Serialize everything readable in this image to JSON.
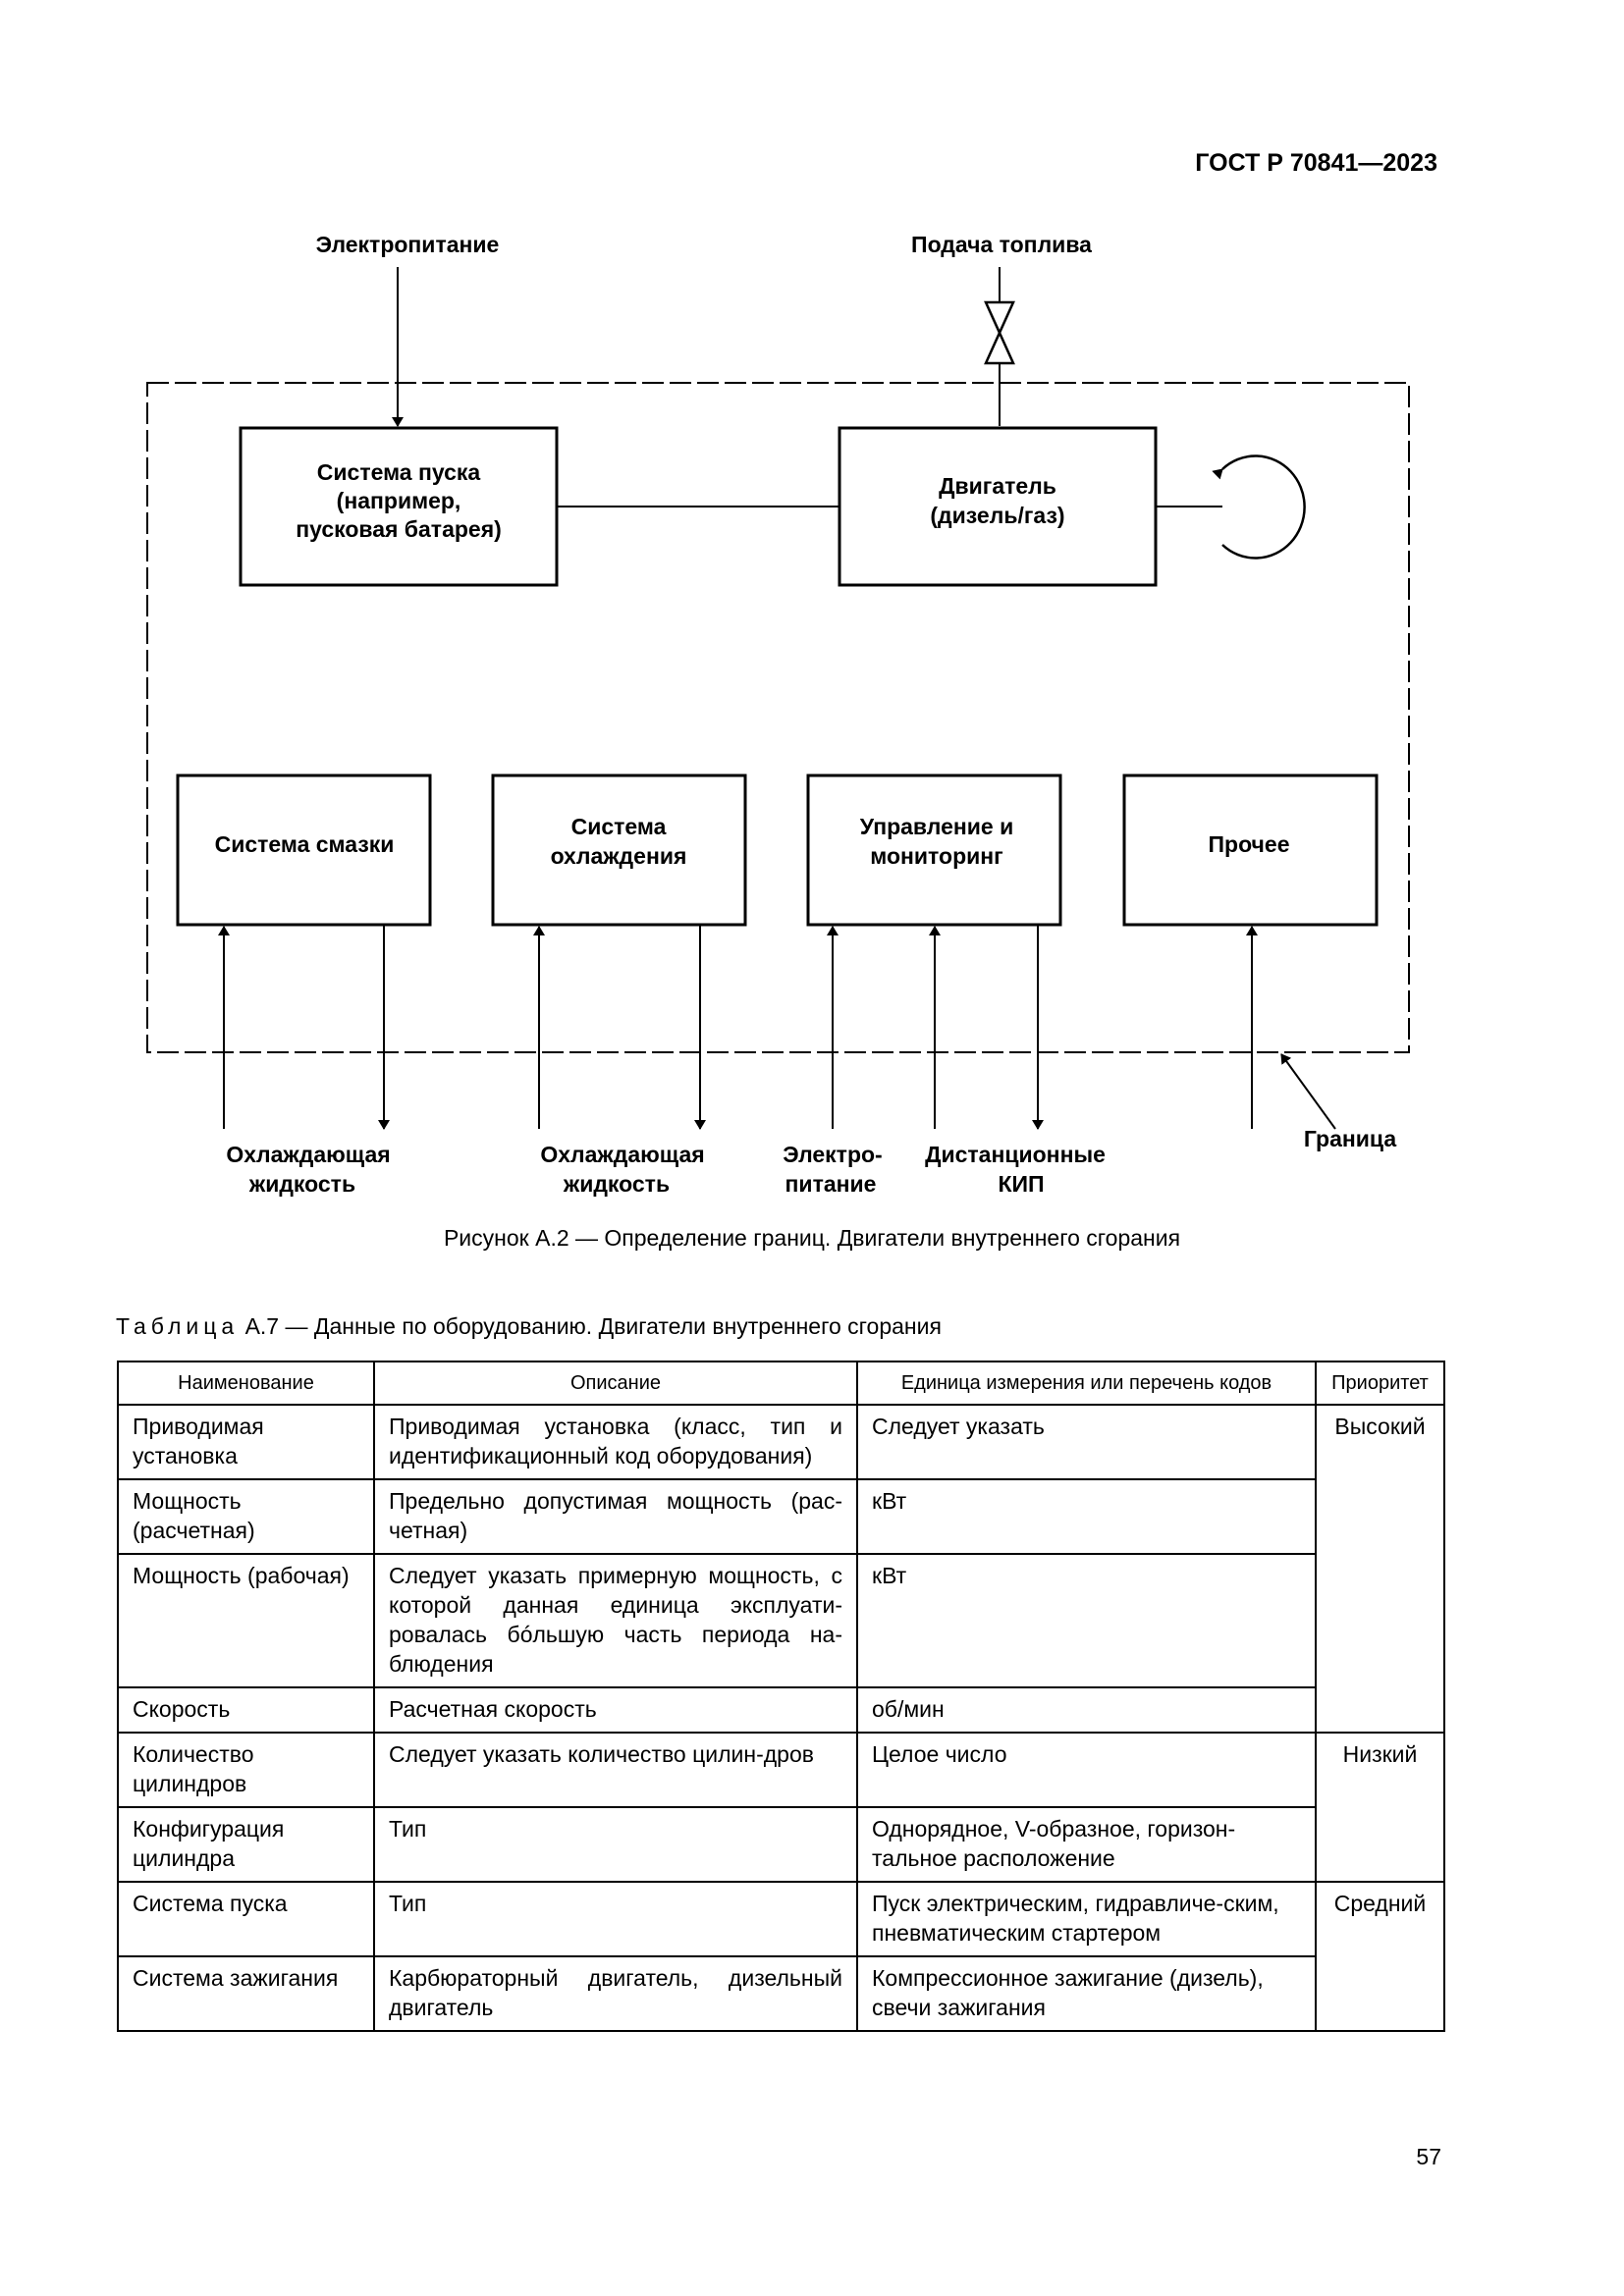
{
  "header": {
    "doc_code": "ГОСТ Р 70841—2023"
  },
  "diagram": {
    "top_inputs": {
      "power": "Электропитание",
      "fuel": "Подача топлива"
    },
    "blocks": {
      "start_system": [
        "Система пуска",
        "(например,",
        "пусковая батарея)"
      ],
      "engine": [
        "Двигатель",
        "(дизель/газ)"
      ],
      "lubrication": [
        "Система смазки"
      ],
      "cooling": [
        "Система",
        "охлаждения"
      ],
      "control": [
        "Управление и",
        "мониторинг"
      ],
      "other": [
        "Прочее"
      ]
    },
    "bottom_labels": {
      "coolant_1": [
        "Охлаждающая",
        "жидкость"
      ],
      "coolant_2": [
        "Охлаждающая",
        "жидкость"
      ],
      "power": [
        "Электро-",
        "питание"
      ],
      "remote_kip": [
        "Дистанционные",
        "КИП"
      ],
      "boundary": "Граница"
    }
  },
  "figure_caption": "Рисунок А.2 — Определение границ. Двигатели внутреннего сгорания",
  "table": {
    "caption_prefix": "Таблица",
    "caption_rest": "А.7 — Данные по оборудованию. Двигатели внутреннего сгорания",
    "headers": [
      "Наименование",
      "Описание",
      "Единица измерения или перечень кодов",
      "Приоритет"
    ],
    "rows": [
      {
        "name": "Приводимая установка",
        "description": "Приводимая установка (класс, тип и идентификационный код оборудования)",
        "unit": "Следует указать"
      },
      {
        "name": "Мощность (расчетная)",
        "description": "Предельно допустимая мощность (рас-четная)",
        "unit": "кВт"
      },
      {
        "name": "Мощность (рабочая)",
        "description": "Следует указать примерную мощность, с которой данная единица эксплуати-ровалась бóльшую часть периода на-блюдения",
        "unit": "кВт"
      },
      {
        "name": "Скорость",
        "description": "Расчетная скорость",
        "unit": "об/мин"
      },
      {
        "name": "Количество цилиндров",
        "description": "Следует указать количество цилин-дров",
        "unit": "Целое число"
      },
      {
        "name": "Конфигурация цилиндра",
        "description": "Тип",
        "unit": "Однорядное, V-образное, горизон-тальное расположение"
      },
      {
        "name": "Система пуска",
        "description": "Тип",
        "unit": "Пуск электрическим, гидравличе-ским, пневматическим стартером"
      },
      {
        "name": "Система зажигания",
        "description": "Карбюраторный двигатель, дизельный двигатель",
        "unit": "Компрессионное зажигание (дизель), свечи зажигания"
      }
    ],
    "priorities": [
      "Высокий",
      "Низкий",
      "Средний"
    ]
  },
  "page_number": "57"
}
